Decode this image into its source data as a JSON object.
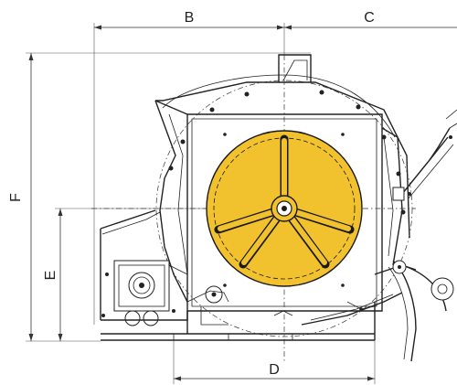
{
  "dimensions": {
    "B": "B",
    "C": "C",
    "D": "D",
    "E": "E",
    "F": "F"
  },
  "colors": {
    "drum_fill": "#F2C12E",
    "drum_stroke": "#1a1a1a",
    "line": "#222222"
  }
}
